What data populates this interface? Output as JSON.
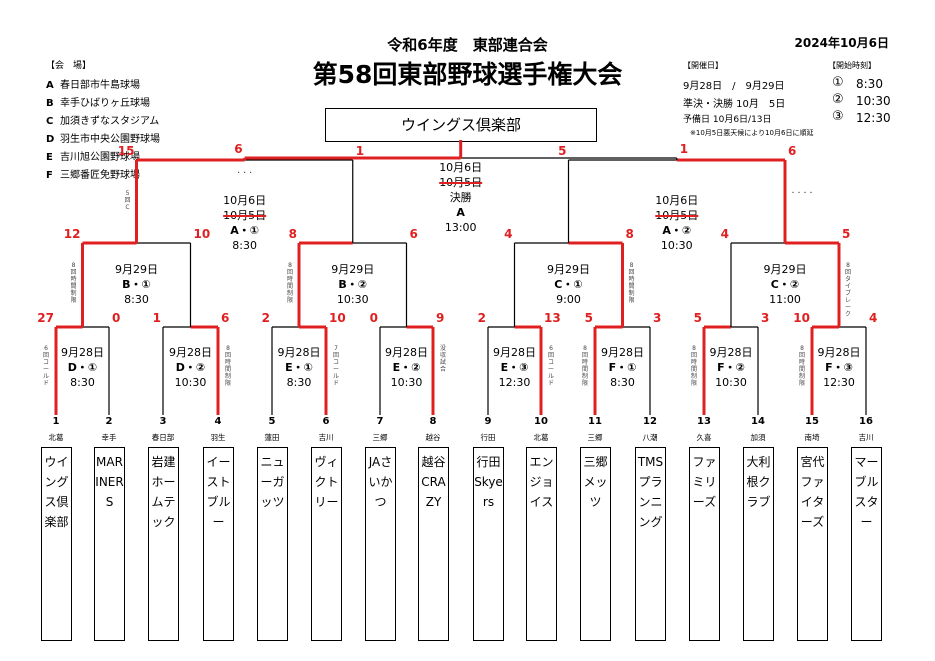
{
  "header": {
    "subtitle": "令和6年度　東部連合会",
    "title": "第58回東部野球選手権大会",
    "date": "2024年10月6日"
  },
  "venues": {
    "heading": "【会　場】",
    "items": [
      {
        "code": "A",
        "name": "春日部市牛島球場"
      },
      {
        "code": "B",
        "name": "幸手ひばりヶ丘球場"
      },
      {
        "code": "C",
        "name": "加須きずなスタジアム"
      },
      {
        "code": "D",
        "name": "羽生市中央公園野球場"
      },
      {
        "code": "E",
        "name": "吉川旭公園野球場"
      },
      {
        "code": "F",
        "name": "三郷番匠免野球場"
      }
    ]
  },
  "schedule": {
    "heading": "【開催日】",
    "line1": "9月28日　/　9月29日",
    "line2": "準決・決勝 10月　5日",
    "line3": "予備日 10月6日/13日",
    "note": "※10月5日悪天候により10月6日に順延"
  },
  "times": {
    "heading": "【開始時刻】",
    "items": [
      {
        "mark": "①",
        "time": "8:30"
      },
      {
        "mark": "②",
        "time": "10:30"
      },
      {
        "mark": "③",
        "time": "12:30"
      }
    ]
  },
  "champion": "ウイングス倶楽部",
  "teams": [
    {
      "num": "1",
      "area": "北葛",
      "name": "ウイングス倶楽部"
    },
    {
      "num": "2",
      "area": "幸手",
      "name": "MARINERS"
    },
    {
      "num": "3",
      "area": "春日部",
      "name": "岩建ホームテック"
    },
    {
      "num": "4",
      "area": "羽生",
      "name": "イーストブルー"
    },
    {
      "num": "5",
      "area": "蓮田",
      "name": "ニューガッツ"
    },
    {
      "num": "6",
      "area": "吉川",
      "name": "ヴィクトリー"
    },
    {
      "num": "7",
      "area": "三郷",
      "name": "JAさいかつ"
    },
    {
      "num": "8",
      "area": "越谷",
      "name": "越谷CRAZY"
    },
    {
      "num": "9",
      "area": "行田",
      "name": "行田Skyers"
    },
    {
      "num": "10",
      "area": "北葛",
      "name": "エンジョイス"
    },
    {
      "num": "11",
      "area": "三郷",
      "name": "三郷メッツ"
    },
    {
      "num": "12",
      "area": "八潮",
      "name": "TMSプランニング"
    },
    {
      "num": "13",
      "area": "久喜",
      "name": "ファミリーズ"
    },
    {
      "num": "14",
      "area": "加須",
      "name": "大利根クラブ"
    },
    {
      "num": "15",
      "area": "南埼",
      "name": "宮代ファイターズ"
    },
    {
      "num": "16",
      "area": "吉川",
      "name": "マーブルスター"
    }
  ],
  "r1": [
    {
      "date": "9月28日",
      "code": "D・①",
      "time": "8:30",
      "s1": "27",
      "s2": "0",
      "note": "6回コールド"
    },
    {
      "date": "9月28日",
      "code": "D・②",
      "time": "10:30",
      "s1": "1",
      "s2": "6",
      "note": "8回時間制限"
    },
    {
      "date": "9月28日",
      "code": "E・①",
      "time": "8:30",
      "s1": "2",
      "s2": "10",
      "note": "7回コールド"
    },
    {
      "date": "9月28日",
      "code": "E・②",
      "time": "10:30",
      "s1": "0",
      "s2": "9",
      "note": "没収試合"
    },
    {
      "date": "9月28日",
      "code": "E・③",
      "time": "12:30",
      "s1": "2",
      "s2": "13",
      "note": "6回コールド"
    },
    {
      "date": "9月28日",
      "code": "F・①",
      "time": "8:30",
      "s1": "5",
      "s2": "3",
      "note": "8回時間制限"
    },
    {
      "date": "9月28日",
      "code": "F・②",
      "time": "10:30",
      "s1": "5",
      "s2": "3",
      "note": "8回時間制限"
    },
    {
      "date": "9月28日",
      "code": "F・③",
      "time": "12:30",
      "s1": "10",
      "s2": "4",
      "note": "8回時間制限"
    }
  ],
  "r2": [
    {
      "date": "9月29日",
      "code": "B・①",
      "time": "8:30",
      "s1": "12",
      "s2": "10",
      "note": "8回時間制限"
    },
    {
      "date": "9月29日",
      "code": "B・②",
      "time": "10:30",
      "s1": "8",
      "s2": "6",
      "note": "8回時間制限"
    },
    {
      "date": "9月29日",
      "code": "C・①",
      "time": "9:00",
      "s1": "4",
      "s2": "8",
      "note": "8回時間制限"
    },
    {
      "date": "9月29日",
      "code": "C・②",
      "time": "11:00",
      "s1": "4",
      "s2": "5",
      "note": "8回タイブレーク"
    }
  ],
  "sf": [
    {
      "date": "10月6日",
      "old": "10月5日",
      "code": "A・①",
      "time": "8:30",
      "s1": "15",
      "s2": "1",
      "note": "5回C"
    },
    {
      "date": "10月6日",
      "old": "10月5日",
      "code": "A・②",
      "time": "10:30",
      "s1": "5",
      "s2": "6",
      "note": "・・・・"
    }
  ],
  "final": {
    "date": "10月6日",
    "old": "10月5日",
    "label": "決勝",
    "code": "A",
    "time": "13:00",
    "s1": "6",
    "s2": "1",
    "note": "・・・"
  },
  "colors": {
    "win": "#e02020",
    "line": "#000000"
  }
}
